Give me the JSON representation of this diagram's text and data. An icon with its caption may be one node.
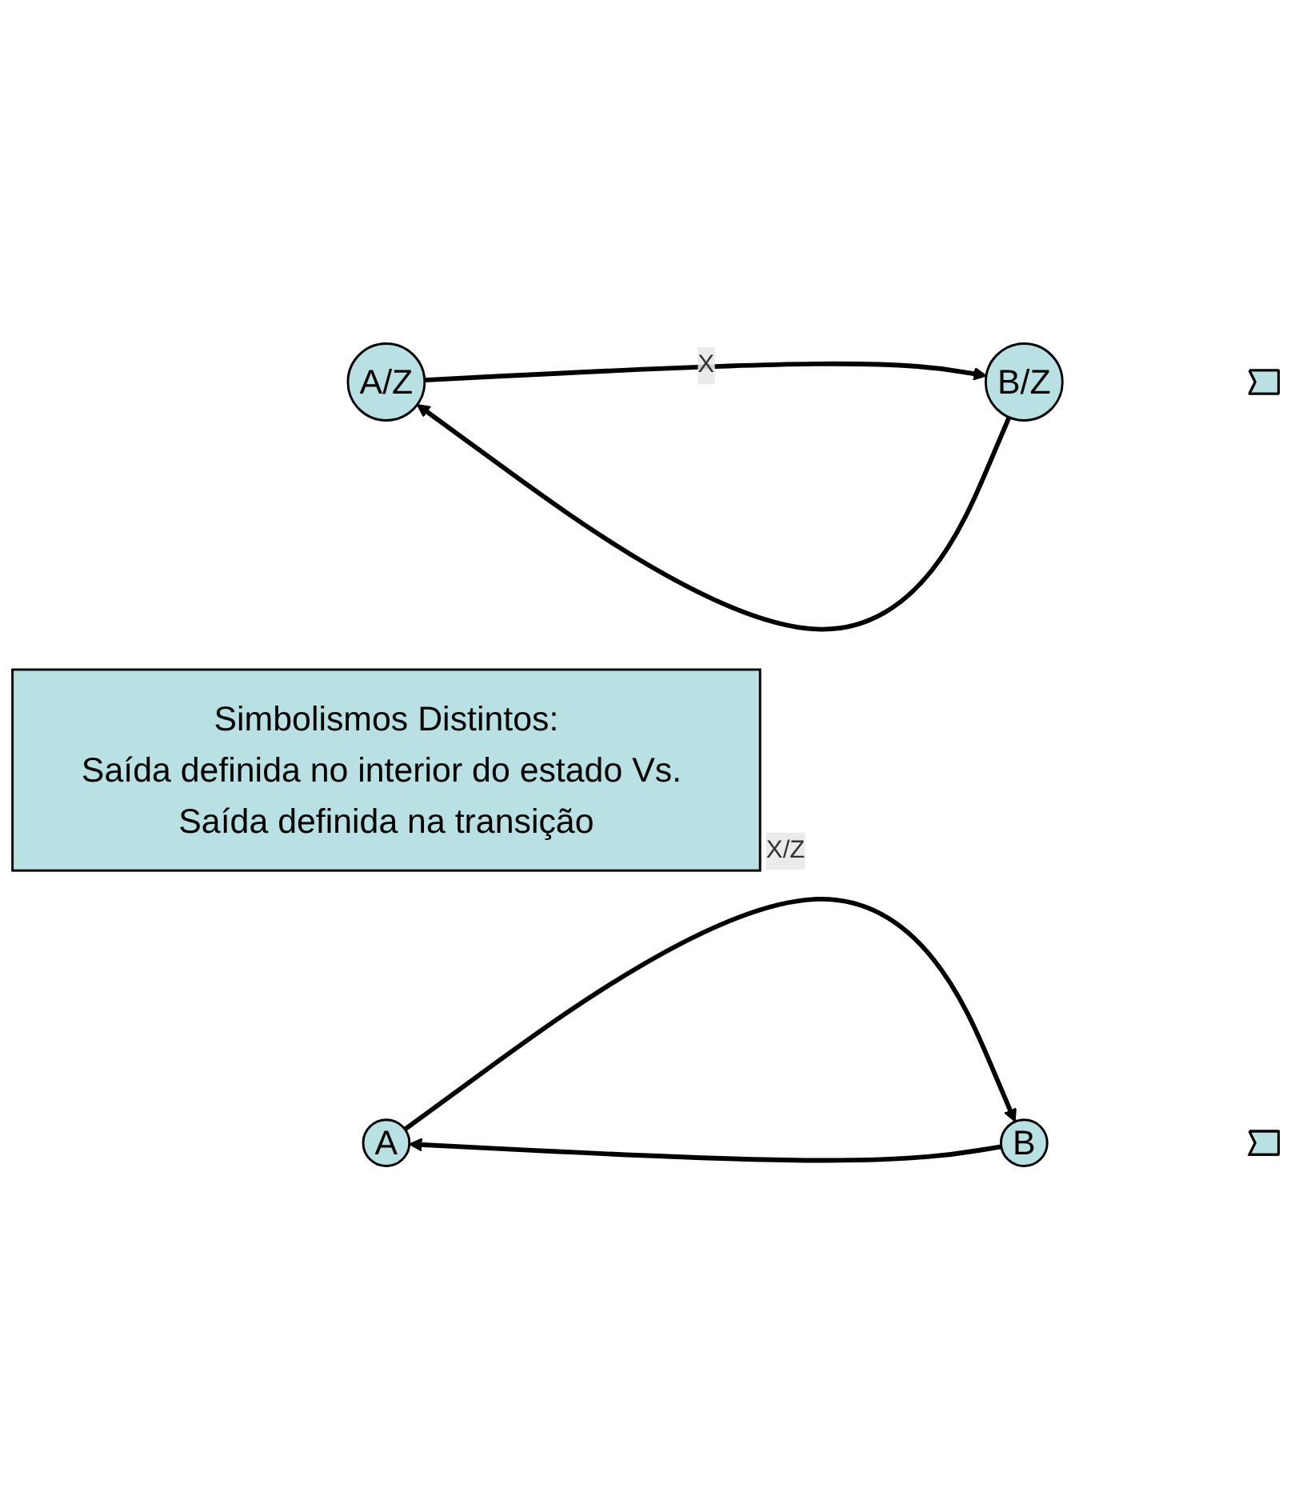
{
  "diagram": {
    "nodes": [
      {
        "text": [
          "A/Z"
        ]
      },
      {
        "text": [
          "B/Z"
        ]
      },
      {
        "text": [],
        "shape": "arrow"
      },
      {
        "text": [
          "Simbolismos Distintos:",
          "Saída definida no interior do estado Vs. Saída definida na transição"
        ]
      },
      {
        "text": [
          "A"
        ]
      },
      {
        "text": [
          "B"
        ]
      },
      {
        "text": [],
        "shape": "arrow"
      }
    ],
    "edges": [
      {
        "from": 0,
        "to": 1,
        "arrow": "to",
        "label": "X"
      },
      {
        "from": 1,
        "to": 0,
        "arrow": "to"
      },
      {
        "from": 4,
        "to": 5,
        "arrow": "to",
        "label": "X/Z"
      },
      {
        "from": 5,
        "to": 4,
        "arrow": "to"
      }
    ]
  }
}
